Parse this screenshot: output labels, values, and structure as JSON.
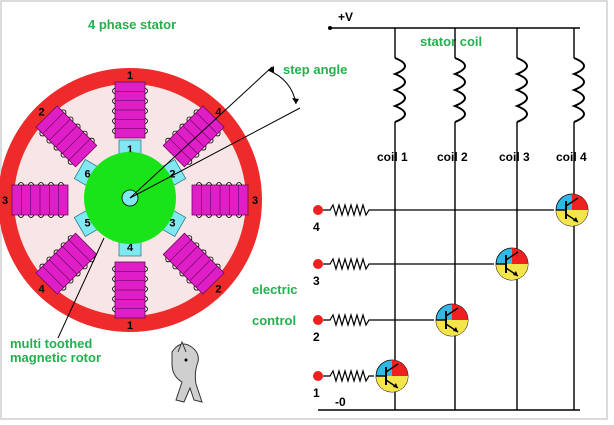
{
  "title": "4 phase stator",
  "step_angle_label": "step angle",
  "rotor_label_line1": "multi toothed",
  "rotor_label_line2": "magnetic rotor",
  "supply_label": "+V",
  "ground_label": "-0",
  "stator_coil_label": "stator coil",
  "electric_label": "electric",
  "control_label": "control",
  "coils": [
    "coil 1",
    "coil 2",
    "coil 3",
    "coil 4"
  ],
  "inputs": [
    "4",
    "3",
    "2",
    "1"
  ],
  "stator_poles": [
    {
      "n": "1",
      "angle": 0
    },
    {
      "n": "4",
      "angle": 45
    },
    {
      "n": "3",
      "angle": 90
    },
    {
      "n": "2",
      "angle": 135
    },
    {
      "n": "1",
      "angle": 180
    },
    {
      "n": "4",
      "angle": 225
    },
    {
      "n": "3",
      "angle": 270
    },
    {
      "n": "2",
      "angle": 315
    }
  ],
  "rotor_teeth": [
    {
      "n": "1",
      "angle": 0
    },
    {
      "n": "2",
      "angle": 60
    },
    {
      "n": "3",
      "angle": 120
    },
    {
      "n": "4",
      "angle": 180
    },
    {
      "n": "5",
      "angle": 240
    },
    {
      "n": "6",
      "angle": 300
    }
  ],
  "colors": {
    "stator_ring": "#ee2a2a",
    "stator_inner": "#f8e6e6",
    "pole_coil": "#e01ec8",
    "rotor": "#18e418",
    "rotor_teeth": "#7fe8f0",
    "rotor_shaft": "#7fe8f0",
    "label_green": "#22b14c",
    "input_dot": "#ee2020",
    "transistor_base": "#2fb8e8",
    "transistor_red": "#ee2020",
    "transistor_yellow": "#f4e64a"
  }
}
